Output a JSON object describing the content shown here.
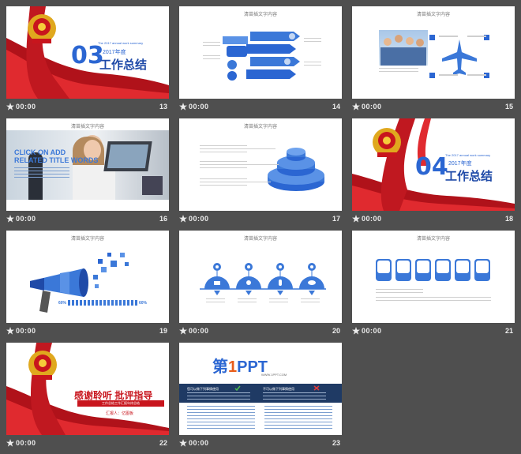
{
  "slides": [
    {
      "number": "13",
      "time": "00:00",
      "en": "The 2017 annual work summary",
      "num": "03",
      "year": "2017年度",
      "title": "工作总结"
    },
    {
      "number": "14",
      "time": "00:00",
      "heading": "清苗插文字内容"
    },
    {
      "number": "15",
      "time": "00:00",
      "heading": "清苗插文字内容"
    },
    {
      "number": "16",
      "time": "00:00",
      "heading": "清苗插文字内容",
      "overlay1": "CLICK ON ADD",
      "overlay2": "RELATED TITLE WORDS"
    },
    {
      "number": "17",
      "time": "00:00",
      "heading": "清苗插文字内容"
    },
    {
      "number": "18",
      "time": "00:00",
      "en": "The 2017 annual work summary",
      "num": "04",
      "year": "2017年度",
      "title": "工作总结"
    },
    {
      "number": "19",
      "time": "00:00",
      "heading": "清苗插文字内容",
      "pct_left": "60%",
      "pct_right": "60%"
    },
    {
      "number": "20",
      "time": "00:00",
      "heading": "清苗插文字内容"
    },
    {
      "number": "21",
      "time": "00:00",
      "heading": "清苗插文字内容"
    },
    {
      "number": "22",
      "time": "00:00",
      "thanks": "感谢聆听 批评指导",
      "sub": "工作总结工作汇报年终总结",
      "reporter": "汇报人：亿图板"
    },
    {
      "number": "23",
      "time": "00:00",
      "logo_a": "第",
      "logo_b": "1",
      "logo_c": "PPT",
      "url": "WWW.1PPT.COM",
      "col_left": "您可以做下列事情使用",
      "col_right": "不可以做下列事情使用"
    }
  ],
  "colors": {
    "accent": "#3b78d8",
    "dark_blue": "#1f4aa8",
    "red": "#c8151d",
    "bg": "#4f4f4f"
  }
}
